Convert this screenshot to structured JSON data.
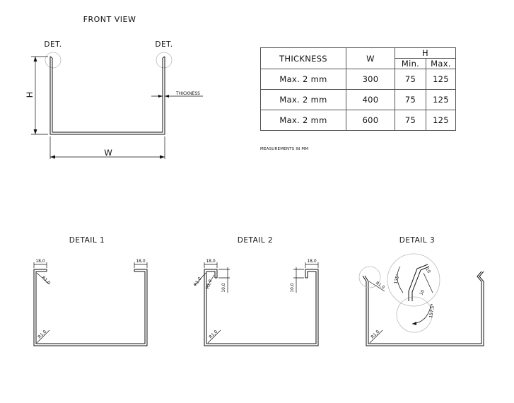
{
  "front_view": {
    "title": "FRONT VIEW",
    "det_left": "DET.",
    "det_right": "DET.",
    "dim_h": "H",
    "dim_w": "W",
    "thickness": "THICKNESS"
  },
  "table": {
    "headers": {
      "thickness": "THICKNESS",
      "w": "W",
      "h": "H",
      "min": "Min.",
      "max": "Max."
    },
    "rows": [
      {
        "thickness": "Max. 2 mm",
        "w": "300",
        "min": "75",
        "max": "125"
      },
      {
        "thickness": "Max. 2 mm",
        "w": "400",
        "min": "75",
        "max": "125"
      },
      {
        "thickness": "Max. 2 mm",
        "w": "600",
        "min": "75",
        "max": "125"
      }
    ],
    "note": "MEASUREMENTS IN MM"
  },
  "detail1": {
    "title": "DETAIL 1",
    "dim_left": "18,0",
    "dim_right": "18,0",
    "radius_top": "R1,0",
    "radius_bottom": "R1,0"
  },
  "detail2": {
    "title": "DETAIL 2",
    "dim_left_top": "18,0",
    "dim_right_top": "18,0",
    "radius_a": "R1,0",
    "radius_b": "R1,0",
    "dim_left_h": "10,0",
    "dim_right_h": "10,0",
    "radius_bottom": "R1,0"
  },
  "detail3": {
    "title": "DETAIL 3",
    "radius_top": "R1,0",
    "angle_a": "135°",
    "angle_b": "157,5°",
    "len_a": "10",
    "len_b": "10",
    "radius_bottom": "R1,0"
  }
}
